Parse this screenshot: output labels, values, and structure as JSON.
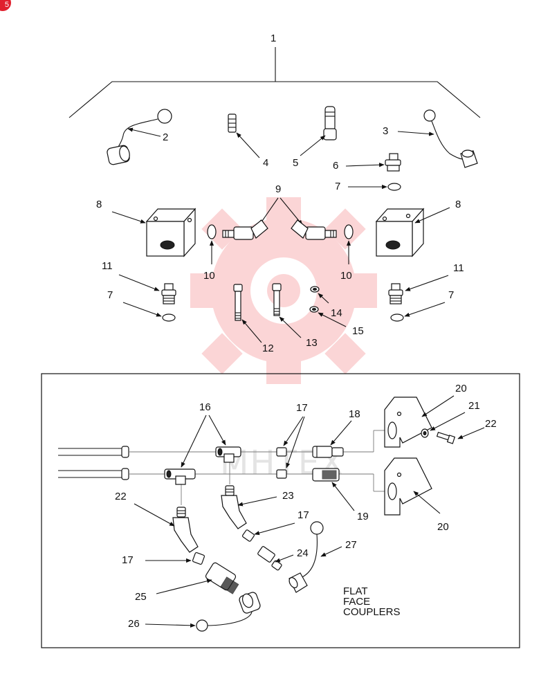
{
  "badge": "5",
  "colors": {
    "watermark": "#ee1d23",
    "ink": "#111111",
    "background": "#ffffff"
  },
  "labels": {
    "l1": "1",
    "l2": "2",
    "l3": "3",
    "l4": "4",
    "l5": "5",
    "l6": "6",
    "l7a": "7",
    "l7b": "7",
    "l7c": "7",
    "l8a": "8",
    "l8b": "8",
    "l9": "9",
    "l10a": "10",
    "l10b": "10",
    "l11a": "11",
    "l11b": "11",
    "l12": "12",
    "l13": "13",
    "l14": "14",
    "l15": "15",
    "l16": "16",
    "l17a": "17",
    "l17b": "17",
    "l17c": "17",
    "l18": "18",
    "l19": "19",
    "l20a": "20",
    "l20b": "20",
    "l21": "21",
    "l22a": "22",
    "l22b": "22",
    "l23": "23",
    "l24": "24",
    "l25": "25",
    "l26": "26",
    "l27": "27"
  },
  "note": {
    "line1": "FLAT",
    "line2": "FACE",
    "line3": "COUPLERS"
  },
  "watermark_text": "MHTEX"
}
